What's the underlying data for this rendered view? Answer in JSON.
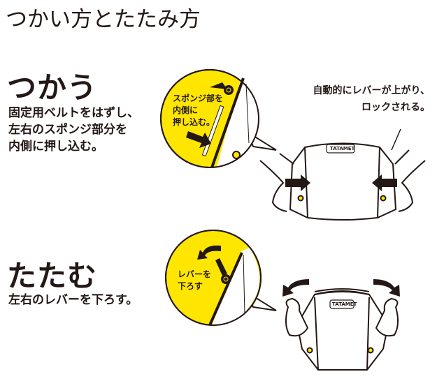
{
  "title": "つかい方とたたみ方",
  "step1": {
    "heading": "つかう",
    "description": [
      "固定用ベルトをはずし、",
      "左右のスポンジ部分を",
      "内側に押し込む。"
    ],
    "callout": [
      "スポンジ部を",
      "内側に",
      "押し込む。"
    ],
    "note": [
      "自動的にレバーが上がり、",
      "ロックされる。"
    ],
    "brand": "TATAMET"
  },
  "step2": {
    "heading": "たたむ",
    "description": [
      "左右のレバーを下ろす。"
    ],
    "callout": [
      "レバーを",
      "下ろす"
    ],
    "brand": "TATAMET"
  },
  "colors": {
    "accent": "#FFE600",
    "ink": "#231815"
  }
}
